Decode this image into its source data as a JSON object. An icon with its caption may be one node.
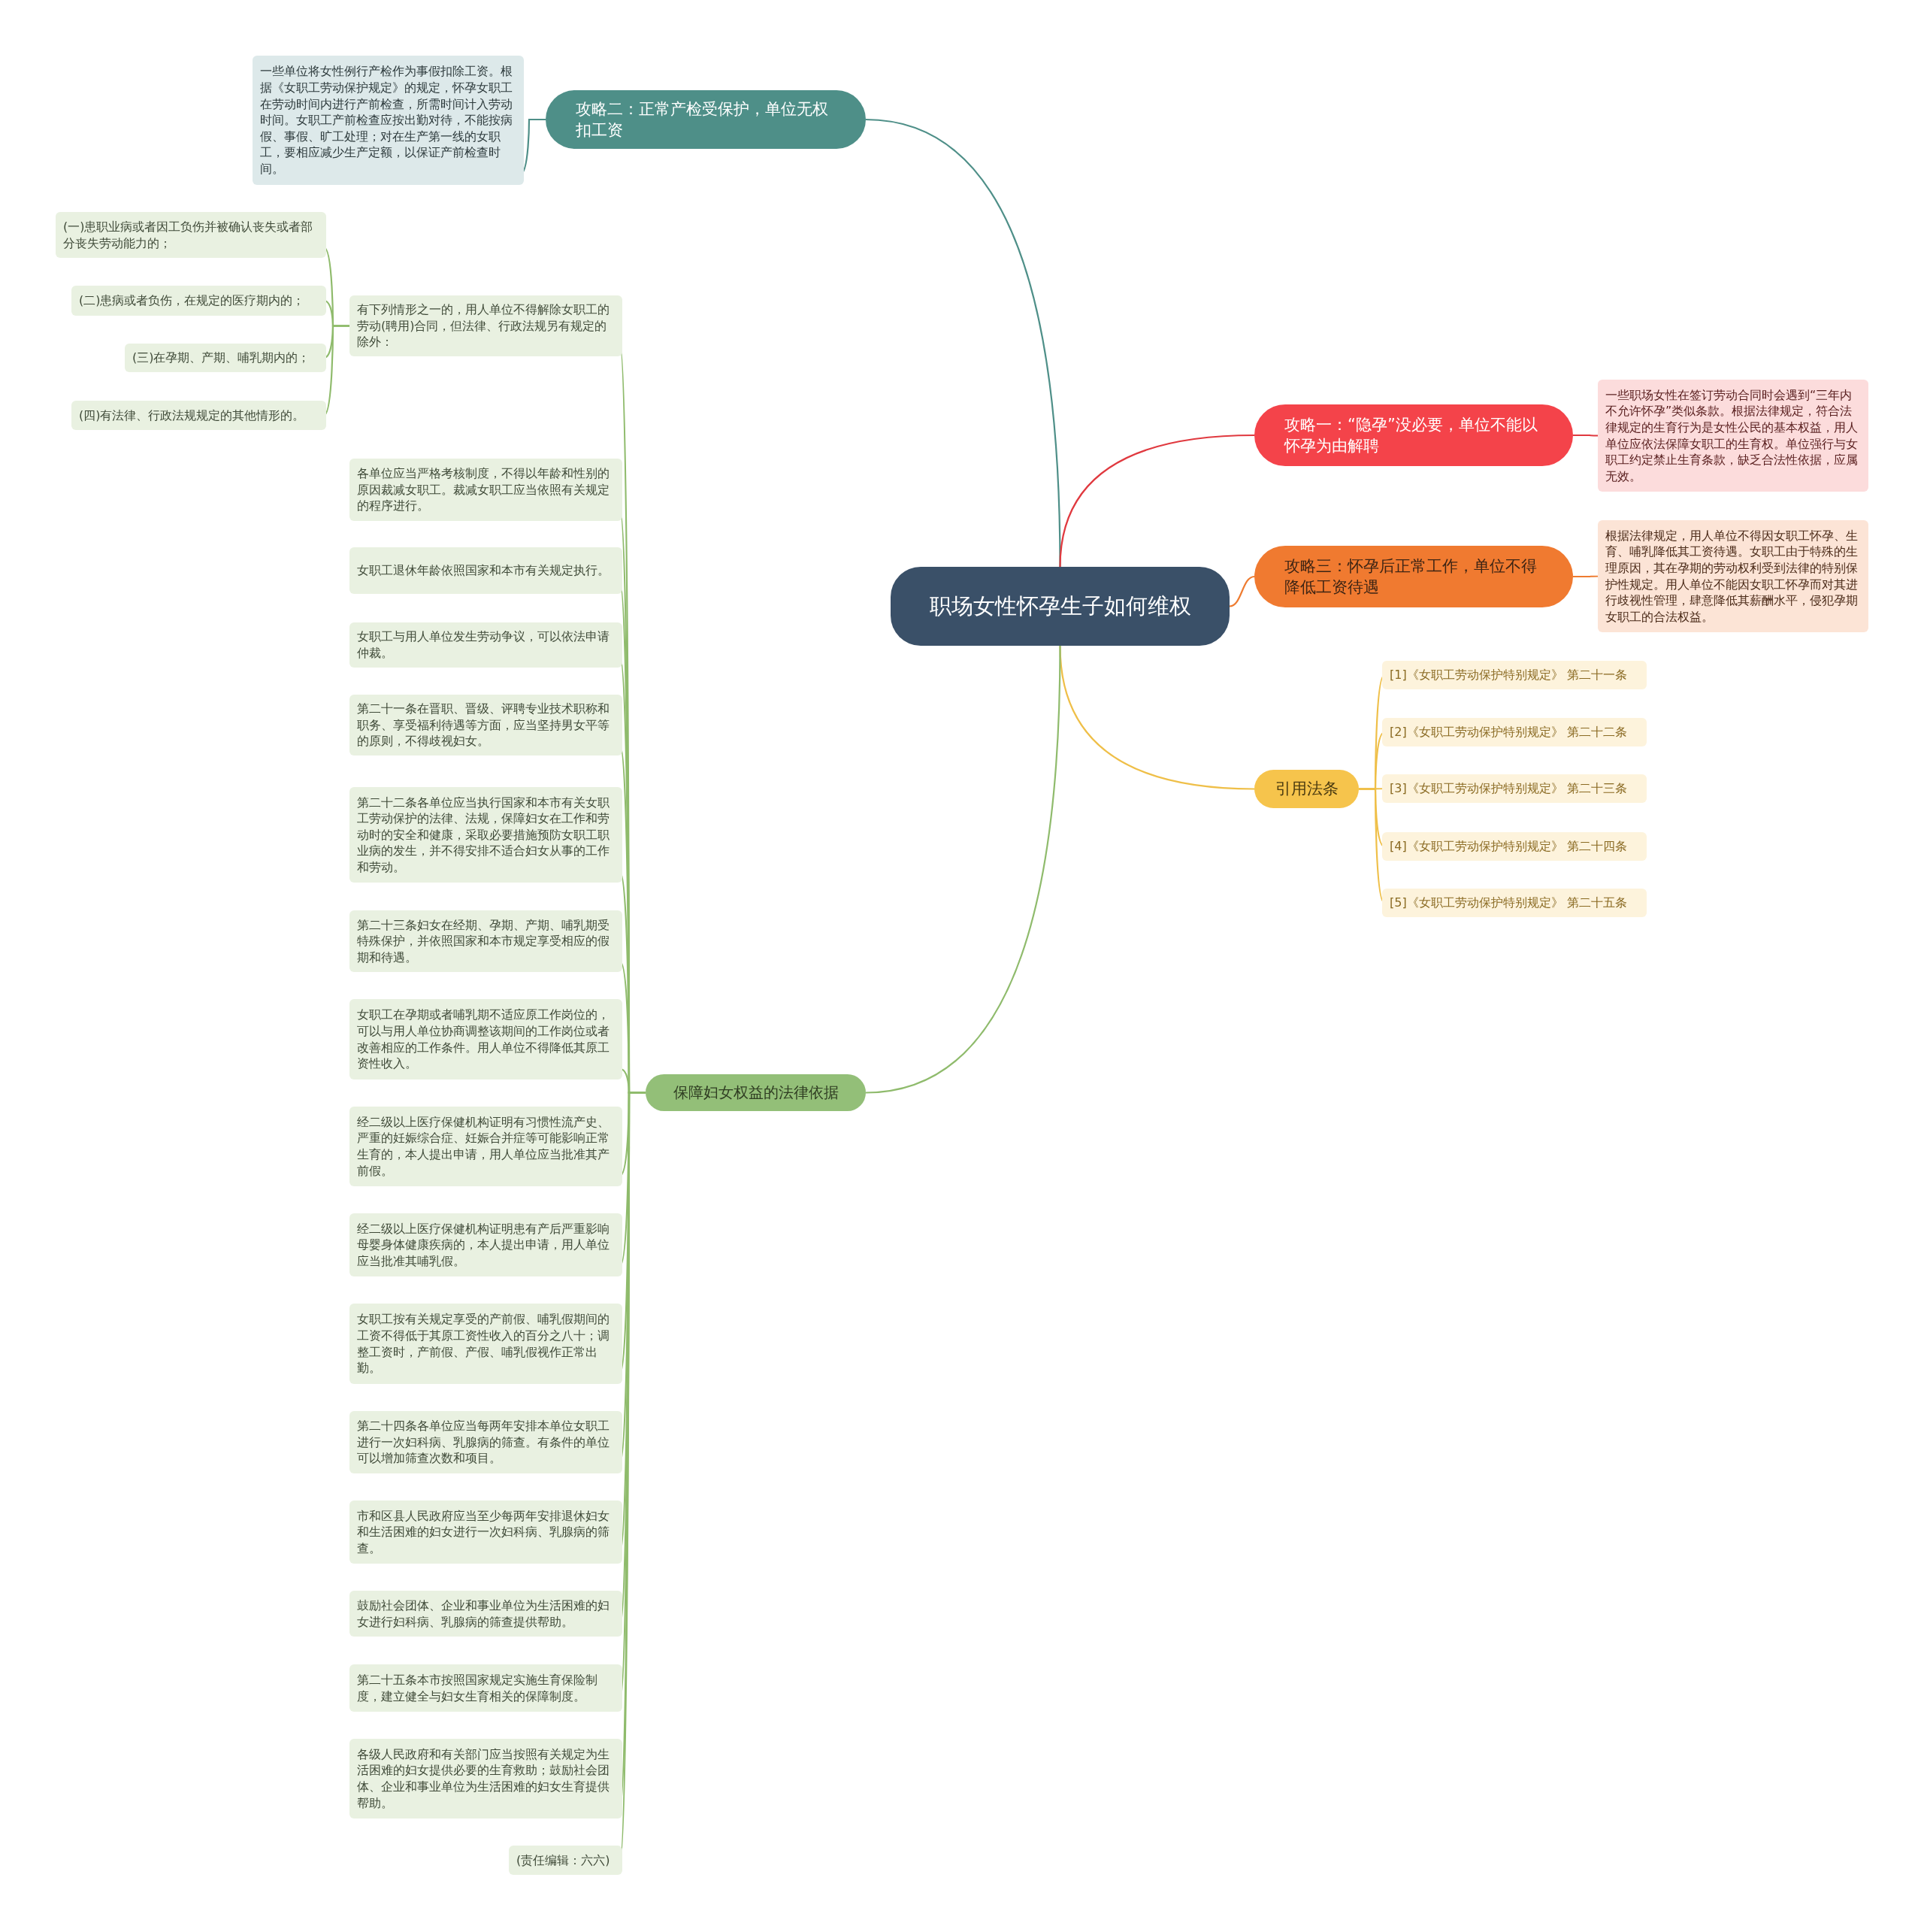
{
  "diagram": {
    "nodes": [
      {
        "text": [
          "职场女性怀孕生子如何维权"
        ]
      },
      {
        "text": [
          "攻略二：正常产检受保护，单位无权扣工资"
        ]
      },
      {
        "text": [
          "一些单位将女性例行产检作为事假扣除工资。根据《女职工劳动保护规定》的规定，怀孕女职工在劳动时间内进行产前检查，所需时间计入劳动时间。女职工产前检查应按出勤对待，不能按病假、事假、旷工处理；对在生产第一线的女职工，要相应减少生产定额，以保证产前检查时间。"
        ]
      },
      {
        "text": [
          "攻略一：“隐孕”没必要，单位不能以怀孕为由解聘"
        ]
      },
      {
        "text": [
          "一些职场女性在签订劳动合同时会遇到“三年内不允许怀孕”类似条款。根据法律规定，符合法律规定的生育行为是女性公民的基本权益，用人单位应依法保障女职工的生育权。单位强行与女职工约定禁止生育条款，缺乏合法性依据，应属无效。"
        ]
      },
      {
        "text": [
          "攻略三：怀孕后正常工作，单位不得降低工资待遇"
        ]
      },
      {
        "text": [
          "根据法律规定，用人单位不得因女职工怀孕、生育、哺乳降低其工资待遇。女职工由于特殊的生理原因，其在孕期的劳动权利受到法律的特别保护性规定。用人单位不能因女职工怀孕而对其进行歧视性管理，肆意降低其薪酬水平，侵犯孕期女职工的合法权益。"
        ]
      },
      {
        "text": [
          "引用法条"
        ]
      },
      {
        "text": [
          "[1]《女职工劳动保护特别规定》 第二十一条"
        ]
      },
      {
        "text": [
          "[2]《女职工劳动保护特别规定》 第二十二条"
        ]
      },
      {
        "text": [
          "[3]《女职工劳动保护特别规定》 第二十三条"
        ]
      },
      {
        "text": [
          "[4]《女职工劳动保护特别规定》 第二十四条"
        ]
      },
      {
        "text": [
          "[5]《女职工劳动保护特别规定》 第二十五条"
        ]
      },
      {
        "text": [
          "保障妇女权益的法律依据"
        ]
      },
      {
        "text": [
          "有下列情形之一的，用人单位不得解除女职工的劳动(聘用)合同，但法律、行政法规另有规定的除外："
        ]
      },
      {
        "text": [
          "(一)患职业病或者因工负伤并被确认丧失或者部分丧失劳动能力的；"
        ]
      },
      {
        "text": [
          "(二)患病或者负伤，在规定的医疗期内的；"
        ]
      },
      {
        "text": [
          "(三)在孕期、产期、哺乳期内的；"
        ]
      },
      {
        "text": [
          "(四)有法律、行政法规规定的其他情形的。"
        ]
      },
      {
        "text": [
          "各单位应当严格考核制度，不得以年龄和性别的原因裁减女职工。裁减女职工应当依照有关规定的程序进行。"
        ]
      },
      {
        "text": [
          "女职工退休年龄依照国家和本市有关规定执行。"
        ]
      },
      {
        "text": [
          "女职工与用人单位发生劳动争议，可以依法申请仲裁。"
        ]
      },
      {
        "text": [
          "第二十一条在晋职、晋级、评聘专业技术职称和职务、享受福利待遇等方面，应当坚持男女平等的原则，不得歧视妇女。"
        ]
      },
      {
        "text": [
          "第二十二条各单位应当执行国家和本市有关女职工劳动保护的法律、法规，保障妇女在工作和劳动时的安全和健康，采取必要措施预防女职工职业病的发生，并不得安排不适合妇女从事的工作和劳动。"
        ]
      },
      {
        "text": [
          "第二十三条妇女在经期、孕期、产期、哺乳期受特殊保护，并依照国家和本市规定享受相应的假期和待遇。"
        ]
      },
      {
        "text": [
          "女职工在孕期或者哺乳期不适应原工作岗位的，可以与用人单位协商调整该期间的工作岗位或者改善相应的工作条件。用人单位不得降低其原工资性收入。"
        ]
      },
      {
        "text": [
          "经二级以上医疗保健机构证明有习惯性流产史、严重的妊娠综合症、妊娠合并症等可能影响正常生育的，本人提出申请，用人单位应当批准其产前假。"
        ]
      },
      {
        "text": [
          "经二级以上医疗保健机构证明患有产后严重影响母婴身体健康疾病的，本人提出申请，用人单位应当批准其哺乳假。"
        ]
      },
      {
        "text": [
          "女职工按有关规定享受的产前假、哺乳假期间的工资不得低于其原工资性收入的百分之八十；调整工资时，产前假、产假、哺乳假视作正常出勤。"
        ]
      },
      {
        "text": [
          "第二十四条各单位应当每两年安排本单位女职工进行一次妇科病、乳腺病的筛查。有条件的单位可以增加筛查次数和项目。"
        ]
      },
      {
        "text": [
          "市和区县人民政府应当至少每两年安排退休妇女和生活困难的妇女进行一次妇科病、乳腺病的筛查。"
        ]
      },
      {
        "text": [
          "鼓励社会团体、企业和事业单位为生活困难的妇女进行妇科病、乳腺病的筛查提供帮助。"
        ]
      },
      {
        "text": [
          "第二十五条本市按照国家规定实施生育保险制度，建立健全与妇女生育相关的保障制度。"
        ]
      },
      {
        "text": [
          "各级人民政府和有关部门应当按照有关规定为生活困难的妇女提供必要的生育救助；鼓励社会团体、企业和事业单位为生活困难的妇女生育提供帮助。"
        ]
      },
      {
        "text": [
          "(责任编辑：六六)"
        ]
      }
    ],
    "edges": [
      {
        "from": 0,
        "to": 1,
        "arrow": "none",
        "color": "#4e8f88"
      },
      {
        "from": 1,
        "to": 2,
        "arrow": "none",
        "color": "#4e8f88"
      },
      {
        "from": 0,
        "to": 3,
        "arrow": "none",
        "color": "#e0393f"
      },
      {
        "from": 3,
        "to": 4,
        "arrow": "none",
        "color": "#e0393f"
      },
      {
        "from": 0,
        "to": 5,
        "arrow": "none",
        "color": "#ee7b30"
      },
      {
        "from": 5,
        "to": 6,
        "arrow": "none",
        "color": "#ee7b30"
      },
      {
        "from": 0,
        "to": 7,
        "arrow": "none",
        "color": "#efbf48"
      },
      {
        "from": 7,
        "to": 8,
        "arrow": "none",
        "color": "#efbf48"
      },
      {
        "from": 7,
        "to": 9,
        "arrow": "none",
        "color": "#efbf48"
      },
      {
        "from": 7,
        "to": 10,
        "arrow": "none",
        "color": "#efbf48"
      },
      {
        "from": 7,
        "to": 11,
        "arrow": "none",
        "color": "#efbf48"
      },
      {
        "from": 7,
        "to": 12,
        "arrow": "none",
        "color": "#efbf48"
      },
      {
        "from": 0,
        "to": 13,
        "arrow": "none"
      },
      {
        "from": 13,
        "to": 14,
        "arrow": "none"
      },
      {
        "from": 14,
        "to": 15,
        "arrow": "none"
      },
      {
        "from": 14,
        "to": 16,
        "arrow": "none"
      },
      {
        "from": 14,
        "to": 17,
        "arrow": "none"
      },
      {
        "from": 14,
        "to": 18,
        "arrow": "none"
      },
      {
        "from": 13,
        "to": 19,
        "arrow": "none"
      },
      {
        "from": 13,
        "to": 20,
        "arrow": "none"
      },
      {
        "from": 13,
        "to": 21,
        "arrow": "none"
      },
      {
        "from": 13,
        "to": 22,
        "arrow": "none"
      },
      {
        "from": 13,
        "to": 23,
        "arrow": "none"
      },
      {
        "from": 13,
        "to": 24,
        "arrow": "none"
      },
      {
        "from": 13,
        "to": 25,
        "arrow": "none"
      },
      {
        "from": 13,
        "to": 26,
        "arrow": "none"
      },
      {
        "from": 13,
        "to": 27,
        "arrow": "none"
      },
      {
        "from": 13,
        "to": 28,
        "arrow": "none"
      },
      {
        "from": 13,
        "to": 29,
        "arrow": "none"
      },
      {
        "from": 13,
        "to": 30,
        "arrow": "none"
      },
      {
        "from": 13,
        "to": 31,
        "arrow": "none"
      },
      {
        "from": 13,
        "to": 32,
        "arrow": "none"
      },
      {
        "from": 13,
        "to": 33,
        "arrow": "none"
      },
      {
        "from": 13,
        "to": 34,
        "arrow": "none"
      }
    ]
  }
}
